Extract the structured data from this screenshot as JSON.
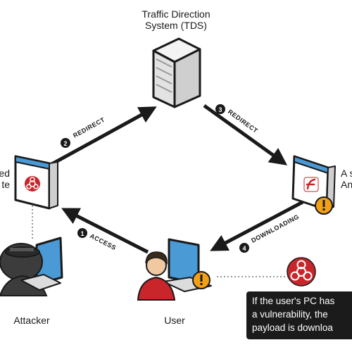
{
  "tds": {
    "title_line1": "Traffic Direction",
    "title_line2": "System (TDS)"
  },
  "compromised_site": {
    "label_line1": "ed",
    "label_line2": "te"
  },
  "malicious_site": {
    "label_line1": "A s",
    "label_line2": "An"
  },
  "attacker": {
    "label": "Attacker"
  },
  "user": {
    "label": "User"
  },
  "steps": [
    {
      "number": "1",
      "label": "ACCESS"
    },
    {
      "number": "2",
      "label": "REDIRECT"
    },
    {
      "number": "3",
      "label": "REDIRECT"
    },
    {
      "number": "4",
      "label": "DOWNLOADING"
    }
  ],
  "callout": {
    "line1": "If the user's PC has",
    "line2": "a vulnerability, the",
    "line3": "payload is downloa"
  },
  "icons": [
    "server-icon",
    "browser-window-icon",
    "biohazard-icon",
    "flash-icon",
    "warning-icon",
    "hacker-icon",
    "user-icon",
    "laptop-icon"
  ],
  "colors": {
    "outline": "#1a1a1a",
    "window_blue": "#4a9ad6",
    "biohazard_red": "#c8262b",
    "warning_orange": "#f2a017",
    "user_red": "#c8262b",
    "callout_bg": "#1b1b1b"
  }
}
